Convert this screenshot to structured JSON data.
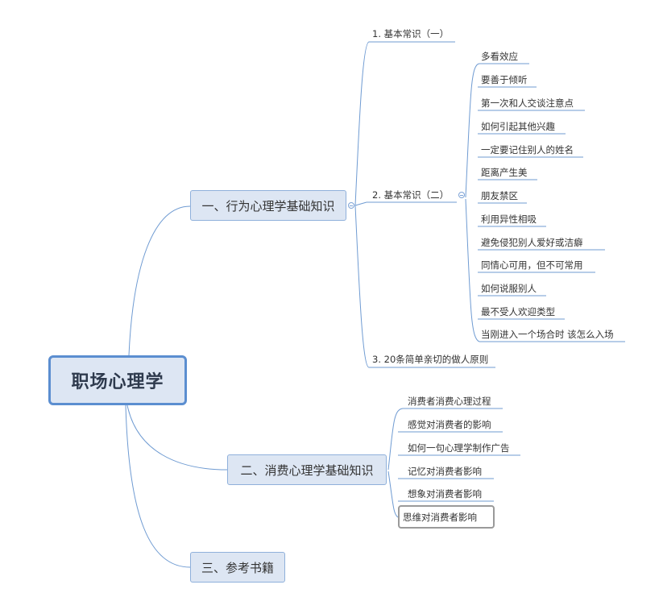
{
  "root": {
    "label": "职场心理学"
  },
  "branches": [
    {
      "label": "一、行为心理学基础知识",
      "children": [
        {
          "label": "1. 基本常识（一）"
        },
        {
          "label": "2. 基本常识（二）",
          "children": [
            "多看效应",
            "要善于倾听",
            "第一次和人交谈注意点",
            "如何引起其他兴趣",
            "一定要记住别人的姓名",
            "距离产生美",
            "朋友禁区",
            "利用异性相吸",
            "避免侵犯别人爱好或洁癖",
            "同情心可用，但不可常用",
            "如何说服别人",
            "最不受人欢迎类型",
            "当刚进入一个场合时 该怎么入场"
          ]
        },
        {
          "label": "3. 20条简单亲切的做人原则"
        }
      ]
    },
    {
      "label": "二、消费心理学基础知识",
      "children": [
        "消费者消费心理过程",
        "感觉对消费者的影响",
        "如何一句心理学制作广告",
        "记忆对消费者影响",
        "想象对消费者影响",
        "思维对消费者影响"
      ]
    },
    {
      "label": "三、参考书籍"
    }
  ],
  "colors": {
    "line": "#6f9bd2",
    "node_fill": "#dde6f3",
    "node_border": "#8fb0db",
    "root_border": "#5b8ed0"
  }
}
